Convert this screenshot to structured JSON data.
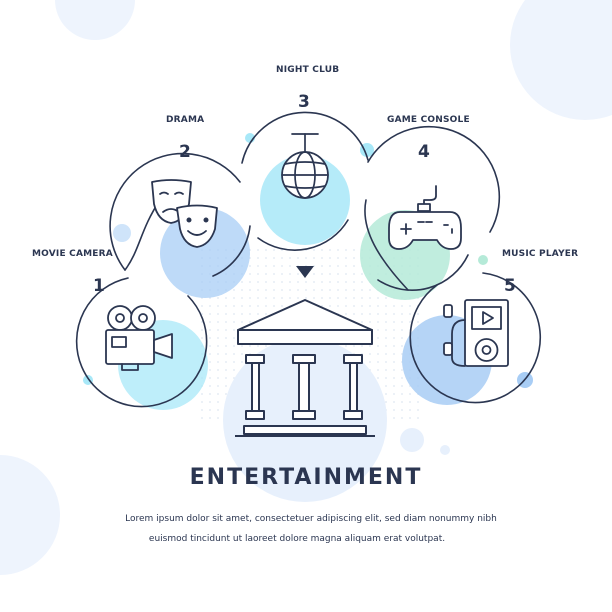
{
  "colors": {
    "ink": "#2b3651",
    "cyan": "#a8e8f8",
    "blue": "#a8cdf5",
    "mint": "#b5ead8",
    "pale": "#e7f0fc",
    "bg_circle": "#eef4fd"
  },
  "steps": [
    {
      "number": "1",
      "label": "MOVIE CAMERA",
      "icon": "movie-camera-icon"
    },
    {
      "number": "2",
      "label": "DRAMA",
      "icon": "drama-masks-icon"
    },
    {
      "number": "3",
      "label": "NIGHT CLUB",
      "icon": "disco-ball-icon"
    },
    {
      "number": "4",
      "label": "GAME CONSOLE",
      "icon": "gamepad-icon"
    },
    {
      "number": "5",
      "label": "MUSIC PLAYER",
      "icon": "music-player-icon"
    }
  ],
  "center_icon": "museum-building-icon",
  "pointer_icon": "triangle-down-icon",
  "title": "ENTERTAINMENT",
  "description": [
    "Lorem ipsum dolor sit amet, consectetuer adipiscing elit, sed diam nonummy nibh",
    "euismod tincidunt ut laoreet dolore magna aliquam erat volutpat."
  ]
}
